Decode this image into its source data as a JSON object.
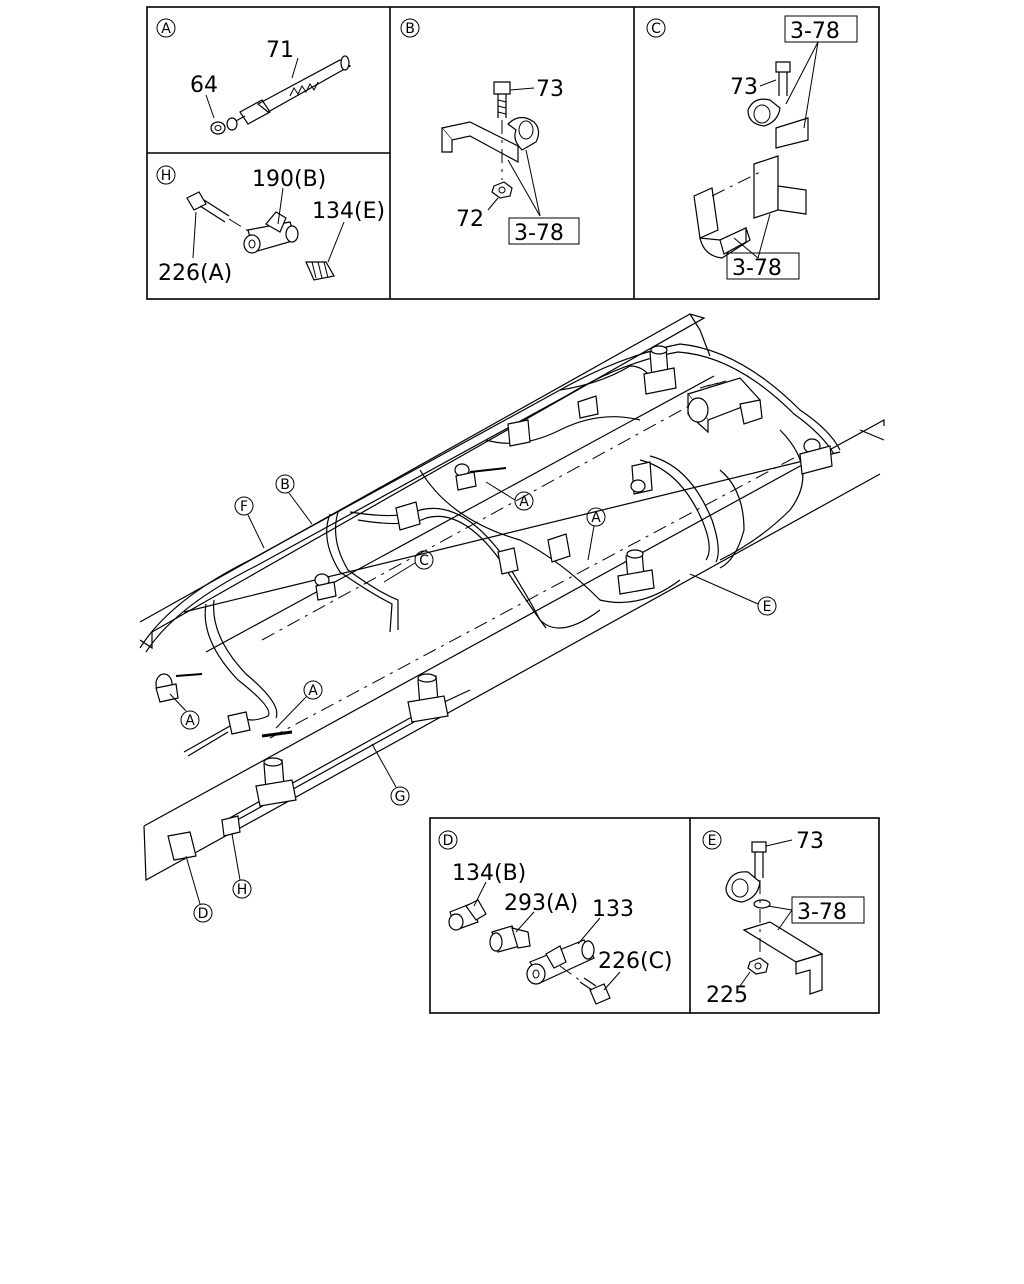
{
  "panels": {
    "A": {
      "callout": "A",
      "labels": {
        "p71": "71",
        "p64": "64"
      }
    },
    "B": {
      "callout": "B",
      "labels": {
        "p73": "73",
        "p72": "72",
        "ref": "3-78"
      }
    },
    "C": {
      "callout": "C",
      "labels": {
        "p73": "73",
        "ref_top": "3-78",
        "ref_bottom": "3-78"
      }
    },
    "H": {
      "callout": "H",
      "labels": {
        "p190": "190(B)",
        "p134": "134(E)",
        "p226": "226(A)"
      }
    },
    "D": {
      "callout": "D",
      "labels": {
        "p134": "134(B)",
        "p293": "293(A)",
        "p133": "133",
        "p226": "226(C)"
      }
    },
    "E": {
      "callout": "E",
      "labels": {
        "p73": "73",
        "ref": "3-78",
        "p225": "225"
      }
    }
  },
  "main": {
    "callouts": {
      "F": "F",
      "B": "B",
      "A1": "A",
      "C": "C",
      "A2": "A",
      "E": "E",
      "A3": "A",
      "A4": "A",
      "G": "G",
      "H": "H",
      "D": "D"
    }
  }
}
